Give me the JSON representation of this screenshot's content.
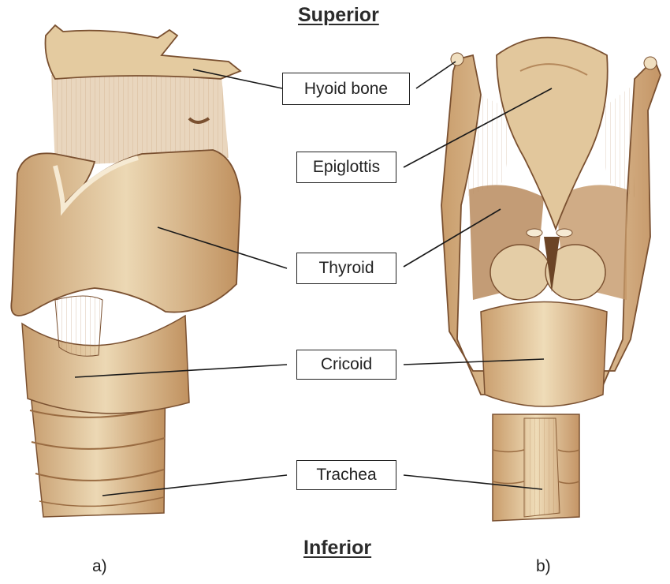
{
  "headings": {
    "top": "Superior",
    "bottom": "Inferior"
  },
  "labels": {
    "hyoid": "Hyoid bone",
    "epiglottis": "Epiglottis",
    "thyroid": "Thyroid",
    "cricoid": "Cricoid",
    "trachea": "Trachea"
  },
  "panels": {
    "left": "a)",
    "right": "b)"
  },
  "colors": {
    "cartilage": "#e6cfa7",
    "cartilage_light": "#f0dfc0",
    "shadow": "#b8875a",
    "muscle": "#c9a47a",
    "outline": "#7a5030",
    "leader": "#1a1a1a"
  }
}
